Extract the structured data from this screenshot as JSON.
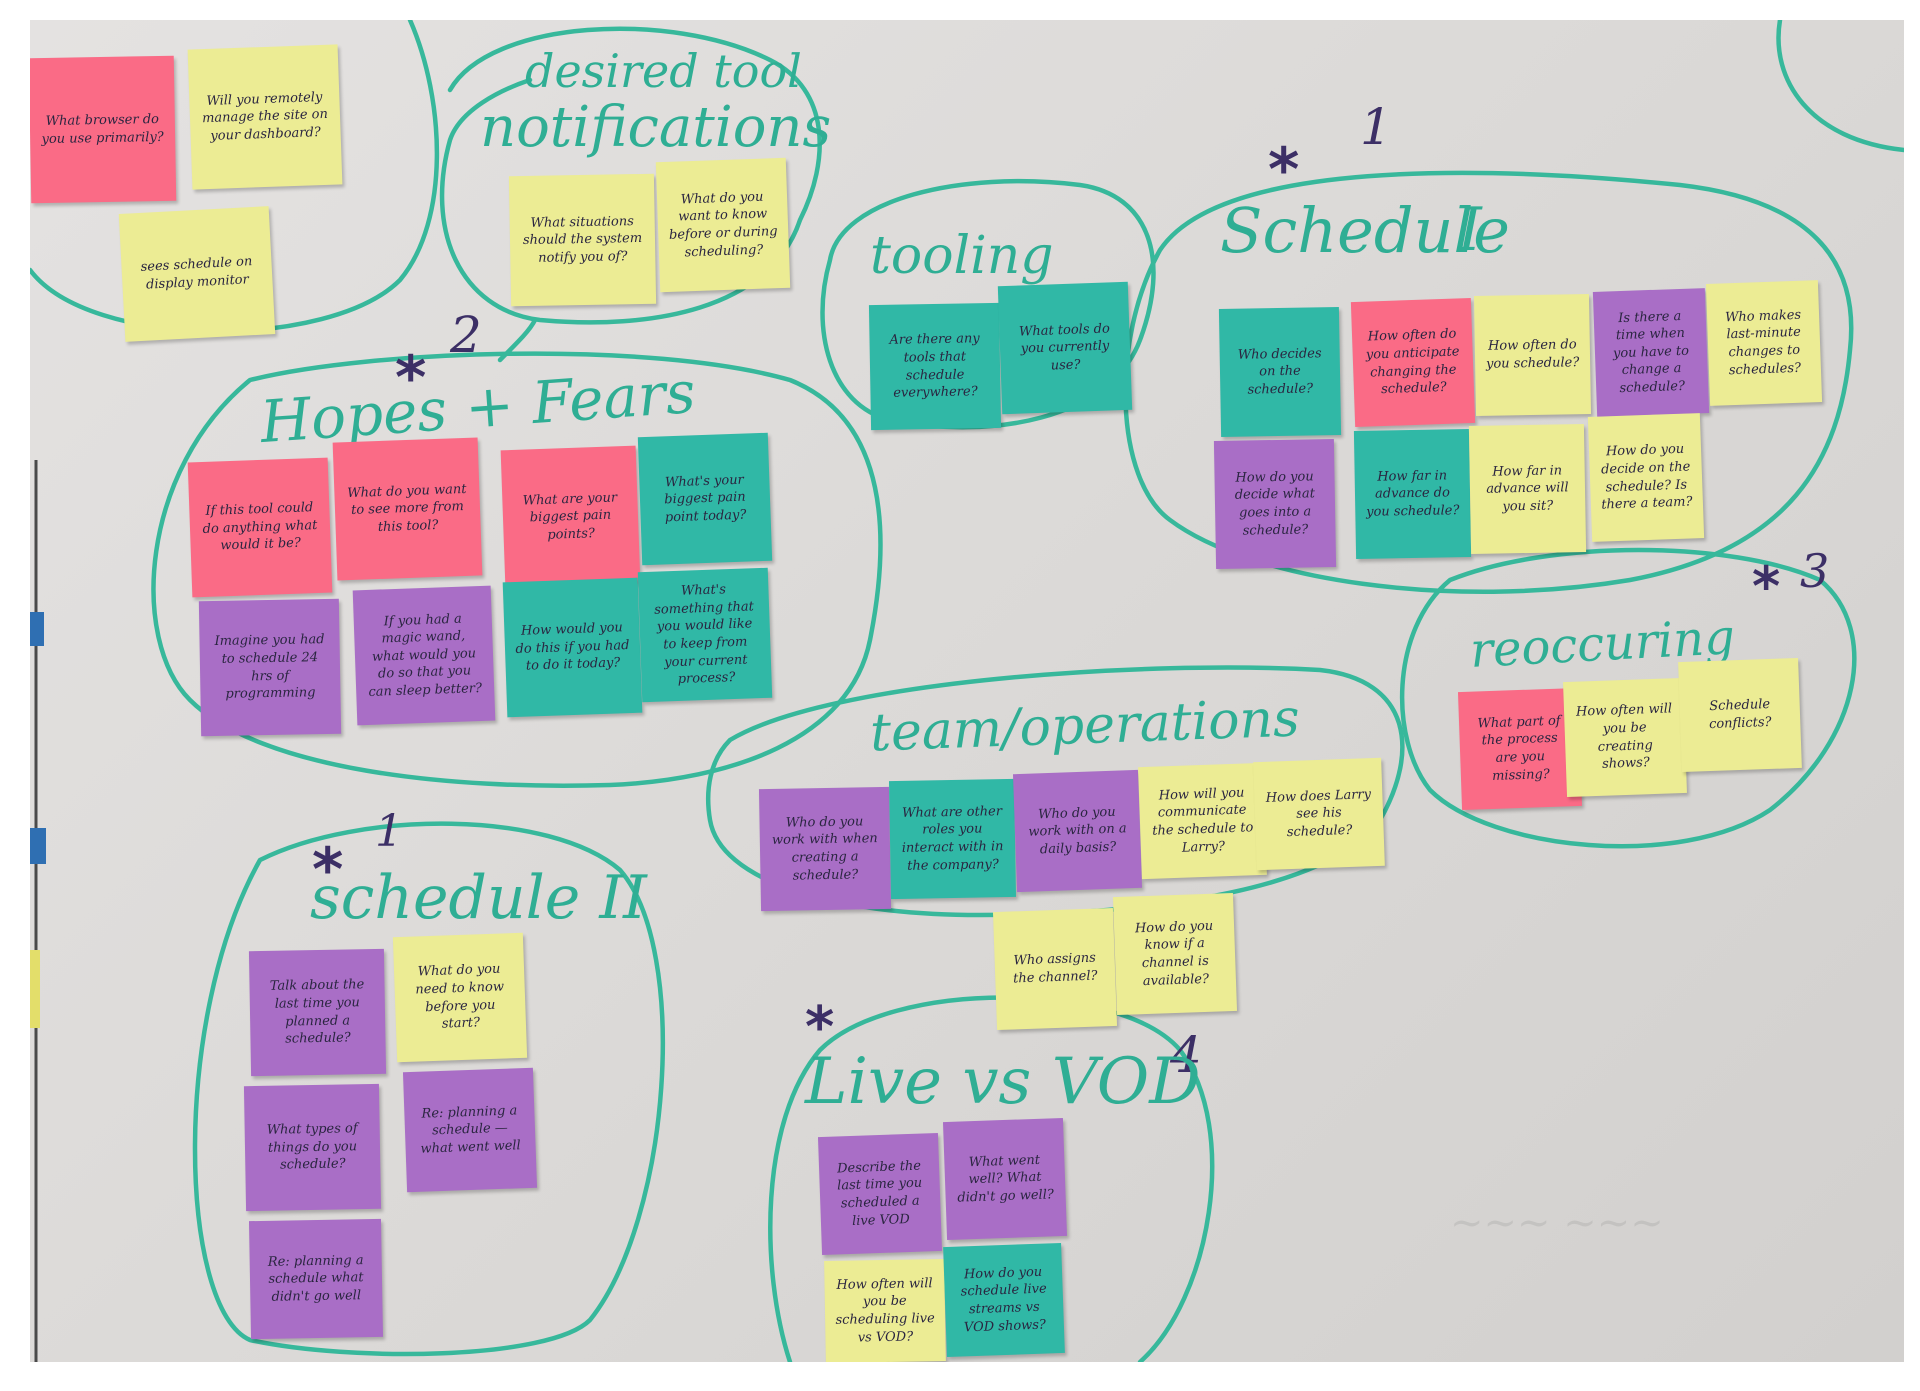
{
  "groups": {
    "desired_tool": {
      "title_line1": "desired tool",
      "title_line2": "notifications"
    },
    "tooling": {
      "title": "tooling"
    },
    "schedule_1": {
      "title": "Schedule",
      "numeral": "I",
      "star": "*",
      "rank": "1"
    },
    "hopes_fears": {
      "title": "Hopes + Fears",
      "star": "*",
      "rank": "2"
    },
    "reoccurring": {
      "title": "reoccuring",
      "star": "*",
      "rank": "3"
    },
    "team_operations": {
      "title": "team/operations"
    },
    "schedule_2": {
      "title": "schedule II",
      "star": "*",
      "rank": "1"
    },
    "live_vs_vod": {
      "title": "Live vs VOD",
      "star": "*",
      "rank": "4"
    }
  },
  "notes": {
    "browser": "What browser do you use primarily?",
    "remotely": "Will you remotely manage the site on your dashboard?",
    "sees_schedule": "sees schedule on display monitor",
    "notif_a": "What situations should the system notify you of?",
    "notif_b": "What do you want to know before or during scheduling?",
    "tool_a": "Are there any tools that schedule everywhere?",
    "tool_b": "What tools do you currently use?",
    "s1_a": "Who decides on the schedule?",
    "s1_b": "How often do you anticipate changing the schedule?",
    "s1_c": "How often do you schedule?",
    "s1_d": "Is there a time when you have to change a schedule?",
    "s1_e": "Who makes last-minute changes to schedules?",
    "s1_f": "How do you decide what goes into a schedule?",
    "s1_g": "How far in advance do you schedule?",
    "s1_h": "How far in advance will you sit?",
    "s1_i": "How do you decide on the schedule? Is there a team?",
    "hf_a": "If this tool could do anything what would it be?",
    "hf_b": "What do you want to see more from this tool?",
    "hf_c": "What are your biggest pain points?",
    "hf_d": "What's your biggest pain point today?",
    "hf_e": "Imagine you had to schedule 24 hrs of programming",
    "hf_f": "If you had a magic wand, what would you do so that you can sleep better?",
    "hf_g": "How would you do this if you had to do it today?",
    "hf_h": "What's something that you would like to keep from your current process?",
    "re_a": "What part of the process are you missing?",
    "re_b": "How often will you be creating shows?",
    "re_c": "Schedule conflicts?",
    "to_a": "Who do you work with when creating a schedule?",
    "to_b": "What are other roles you interact with in the company?",
    "to_c": "Who do you work with on a daily basis?",
    "to_d": "How will you communicate the schedule to Larry?",
    "to_e": "How does Larry see his schedule?",
    "to_f": "Who assigns the channel?",
    "to_g": "How do you know if a channel is available?",
    "s2_a": "Talk about the last time you planned a schedule?",
    "s2_b": "What do you need to know before you start?",
    "s2_c": "What types of things do you schedule?",
    "s2_d": "Re: planning a schedule — what went well",
    "s2_e": "Re: planning a schedule what didn't go well",
    "lv_a": "Describe the last time you scheduled a live VOD",
    "lv_b": "What went well? What didn't go well?",
    "lv_c": "How often will you be scheduling live vs VOD?",
    "lv_d": "How do you schedule live streams vs VOD shows?"
  }
}
